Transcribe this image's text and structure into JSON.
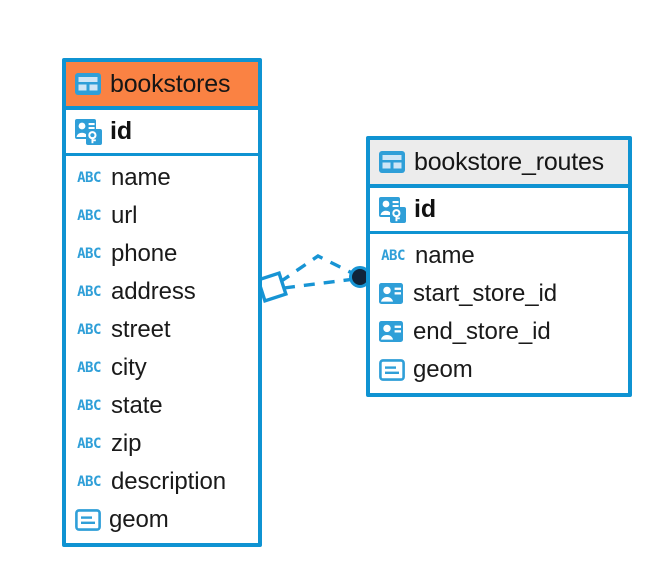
{
  "diagram": {
    "type": "entity-relationship-diagram",
    "background_color": "#ffffff",
    "accent_color": "#0f93d2",
    "selected_header_color": "#fa8243",
    "unselected_header_color": "#ececec"
  },
  "tables": [
    {
      "name": "bookstores",
      "selected": true,
      "table_icon": "table-icon",
      "primary_key": {
        "label": "id",
        "icon": "primary-key-icon"
      },
      "fields": [
        {
          "label": "name",
          "icon": "abc-icon",
          "icon_text": "ABC"
        },
        {
          "label": "url",
          "icon": "abc-icon",
          "icon_text": "ABC"
        },
        {
          "label": "phone",
          "icon": "abc-icon",
          "icon_text": "ABC"
        },
        {
          "label": "address",
          "icon": "abc-icon",
          "icon_text": "ABC"
        },
        {
          "label": "street",
          "icon": "abc-icon",
          "icon_text": "ABC"
        },
        {
          "label": "city",
          "icon": "abc-icon",
          "icon_text": "ABC"
        },
        {
          "label": "state",
          "icon": "abc-icon",
          "icon_text": "ABC"
        },
        {
          "label": "zip",
          "icon": "abc-icon",
          "icon_text": "ABC"
        },
        {
          "label": "description",
          "icon": "abc-icon",
          "icon_text": "ABC"
        },
        {
          "label": "geom",
          "icon": "blob-icon",
          "icon_text": ""
        }
      ]
    },
    {
      "name": "bookstore_routes",
      "selected": false,
      "table_icon": "table-icon",
      "primary_key": {
        "label": "id",
        "icon": "primary-key-icon"
      },
      "fields": [
        {
          "label": "name",
          "icon": "abc-icon",
          "icon_text": "ABC"
        },
        {
          "label": "start_store_id",
          "icon": "foreign-key-icon",
          "icon_text": ""
        },
        {
          "label": "end_store_id",
          "icon": "foreign-key-icon",
          "icon_text": ""
        },
        {
          "label": "geom",
          "icon": "blob-icon",
          "icon_text": ""
        }
      ]
    }
  ],
  "relationship": {
    "source_marker": "diamond-marker",
    "target_marker": "filled-circle-marker",
    "line_style": "dashed",
    "line_color": "#1794d4"
  }
}
